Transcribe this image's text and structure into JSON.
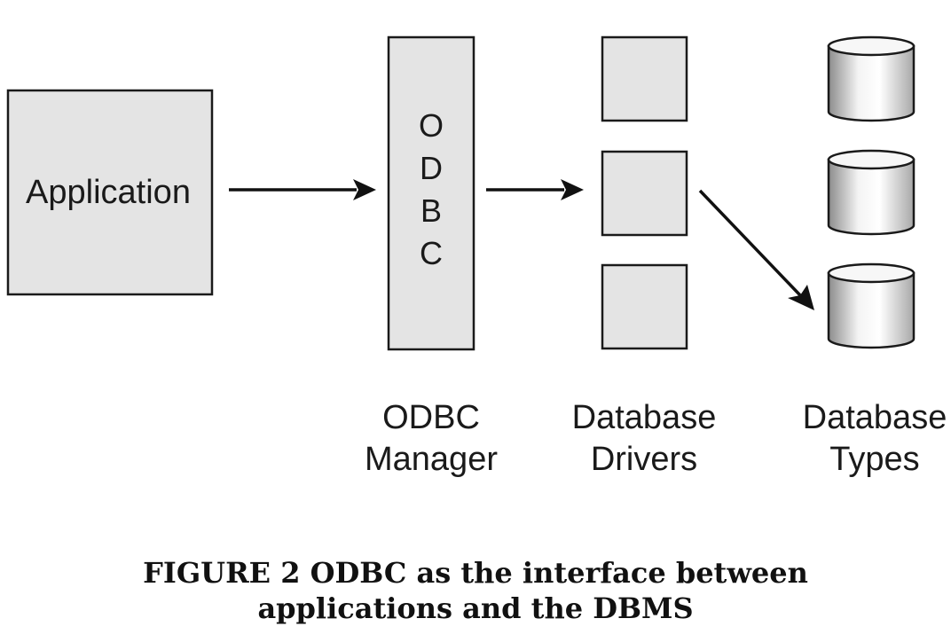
{
  "diagram": {
    "application_label": "Application",
    "odbc_letters": [
      "O",
      "D",
      "B",
      "C"
    ],
    "odbc_manager_label": [
      "ODBC",
      "Manager"
    ],
    "drivers_label": [
      "Database",
      "Drivers"
    ],
    "types_label": [
      "Database",
      "Types"
    ]
  },
  "caption": {
    "line1": "FIGURE 2 ODBC as the interface between",
    "line2": "applications and the DBMS"
  }
}
